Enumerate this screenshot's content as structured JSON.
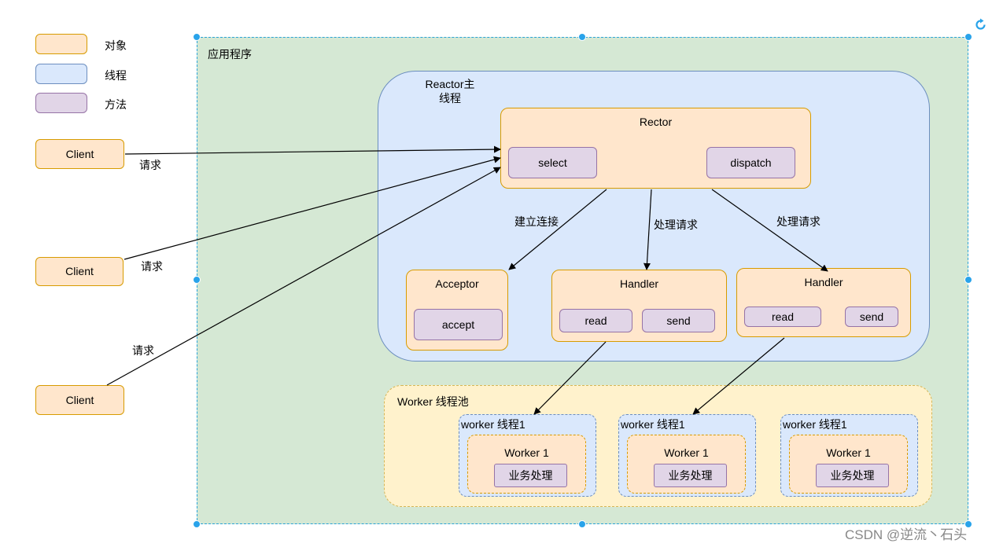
{
  "legend": [
    {
      "label": "对象"
    },
    {
      "label": "线程"
    },
    {
      "label": "方法"
    }
  ],
  "clients": [
    "Client",
    "Client",
    "Client"
  ],
  "request_labels": [
    "请求",
    "请求",
    "请求"
  ],
  "app_label": "应用程序",
  "reactor_thread": {
    "title_line1": "Reactor主",
    "title_line2": "线程"
  },
  "rector": {
    "title": "Rector",
    "methods": [
      "select",
      "dispatch"
    ]
  },
  "edge_labels": {
    "connect": "建立连接",
    "handle1": "处理请求",
    "handle2": "处理请求"
  },
  "acceptor": {
    "title": "Acceptor",
    "method": "accept"
  },
  "handlers": [
    {
      "title": "Handler",
      "methods": [
        "read",
        "send"
      ]
    },
    {
      "title": "Handler",
      "methods": [
        "read",
        "send"
      ]
    }
  ],
  "worker_pool": {
    "title": "Worker 线程池"
  },
  "worker_threads": [
    {
      "title": "worker 线程1",
      "worker": "Worker 1",
      "task": "业务处理"
    },
    {
      "title": "worker 线程1",
      "worker": "Worker 1",
      "task": "业务处理"
    },
    {
      "title": "worker 线程1",
      "worker": "Worker 1",
      "task": "业务处理"
    }
  ],
  "watermark": "CSDN @逆流丶石头",
  "colors": {
    "object_fill": "#ffe6cc",
    "object_border": "#d79b00",
    "thread_fill": "#dae8fc",
    "thread_border": "#6c8ebf",
    "method_fill": "#e1d5e7",
    "method_border": "#9673a6",
    "app_fill": "#d5e8d4",
    "pool_fill": "#fff2cc",
    "selection": "#29a3ea"
  }
}
